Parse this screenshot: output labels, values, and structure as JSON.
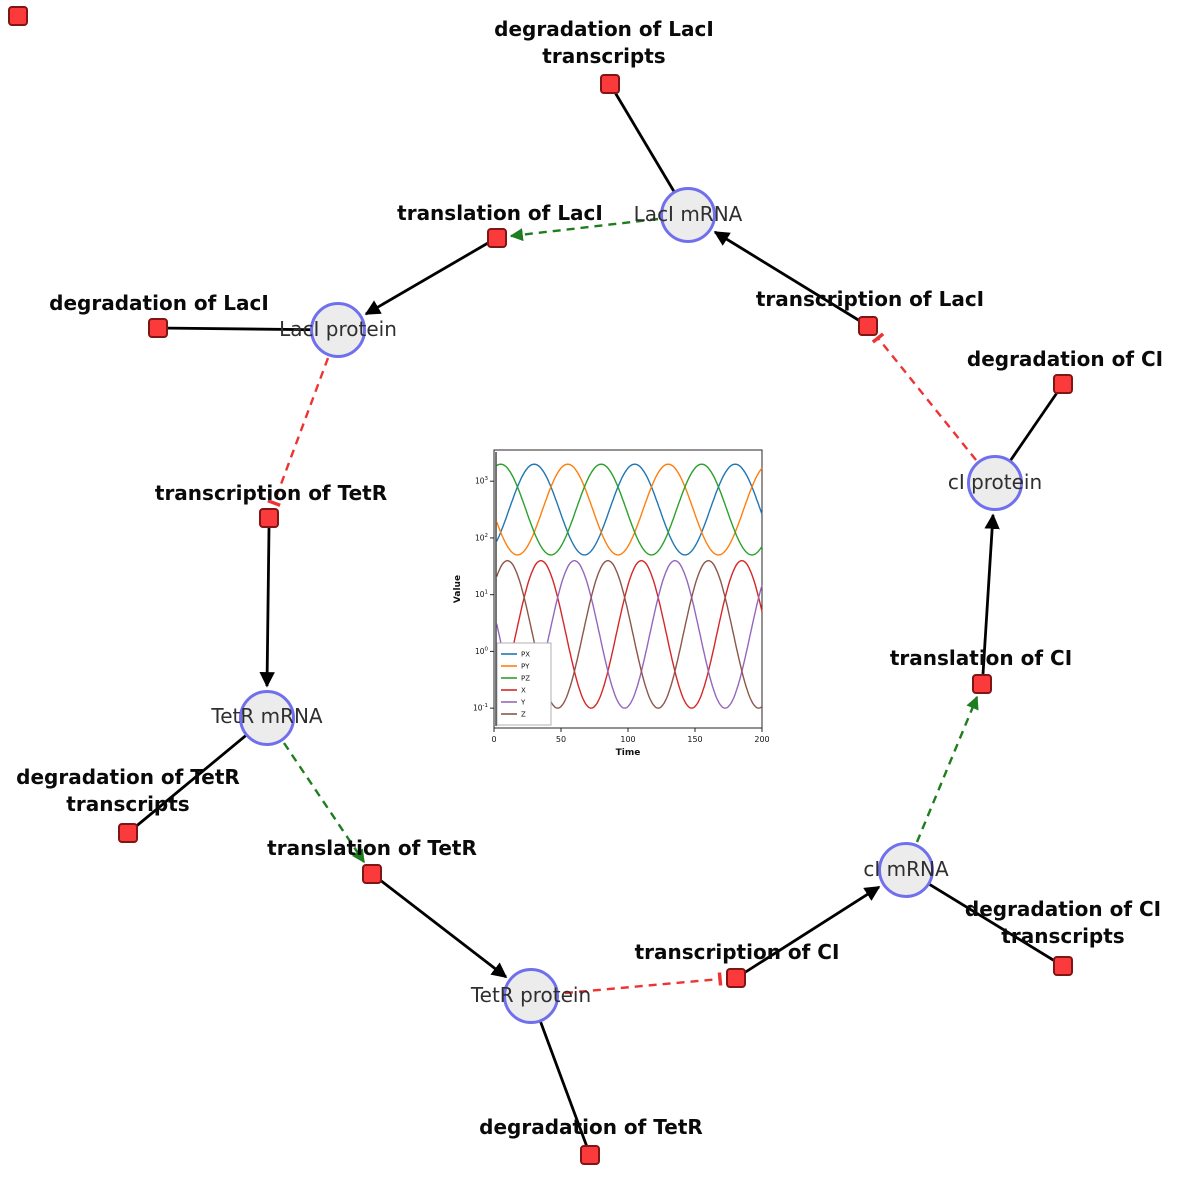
{
  "diagram": {
    "species": [
      {
        "label": "LacI mRNA"
      },
      {
        "label": "LacI protein"
      },
      {
        "label": "TetR mRNA"
      },
      {
        "label": "TetR protein"
      },
      {
        "label": "cI mRNA"
      },
      {
        "label": "cI protein"
      }
    ],
    "reactions": [
      {
        "label": "degradation of LacI transcripts"
      },
      {
        "label": "translation of LacI"
      },
      {
        "label": "degradation of LacI"
      },
      {
        "label": "transcription of LacI"
      },
      {
        "label": "degradation of CI"
      },
      {
        "label": "transcription of TetR"
      },
      {
        "label": "translation of CI"
      },
      {
        "label": "degradation of TetR transcripts"
      },
      {
        "label": "translation of TetR"
      },
      {
        "label": "degradation of CI transcripts"
      },
      {
        "label": "transcription of CI"
      },
      {
        "label": "degradation of TetR"
      }
    ],
    "colors": {
      "species_fill": "#ececec",
      "species_border": "#7070ee",
      "reaction_fill": "#fb3b3b",
      "reaction_border": "#801515",
      "flow_edge": "#000000",
      "modifier_edge": "#1e7d1e",
      "inhibition_edge": "#ee3333"
    }
  },
  "chart_data": {
    "type": "line",
    "title": "",
    "xlabel": "Time",
    "ylabel": "Value",
    "x_range": [
      0,
      200
    ],
    "x_ticks": [
      0,
      50,
      100,
      150,
      200
    ],
    "y_scale": "log",
    "y_tick_labels": [
      "10^-1",
      "10^0",
      "10^1",
      "10^2",
      "10^3"
    ],
    "y_tick_exponents": [
      -1,
      0,
      1,
      2,
      3
    ],
    "y_range_log": [
      -1.35,
      3.55
    ],
    "grid": false,
    "legend_position": "lower left",
    "oscillation_period": 75,
    "series": [
      {
        "name": "PX",
        "color": "#1f77b4",
        "log_mid": 2.5,
        "log_amp": 0.8,
        "peak_t": 30
      },
      {
        "name": "PY",
        "color": "#ff7f0e",
        "log_mid": 2.5,
        "log_amp": 0.8,
        "peak_t": 55
      },
      {
        "name": "PZ",
        "color": "#2ca02c",
        "log_mid": 2.5,
        "log_amp": 0.8,
        "peak_t": 80
      },
      {
        "name": "X",
        "color": "#d62728",
        "log_mid": 0.3,
        "log_amp": 1.3,
        "peak_t": 110
      },
      {
        "name": "Y",
        "color": "#9467bd",
        "log_mid": 0.3,
        "log_amp": 1.3,
        "peak_t": 60
      },
      {
        "name": "Z",
        "color": "#8c564b",
        "log_mid": 0.3,
        "log_amp": 1.3,
        "peak_t": 85
      }
    ]
  }
}
